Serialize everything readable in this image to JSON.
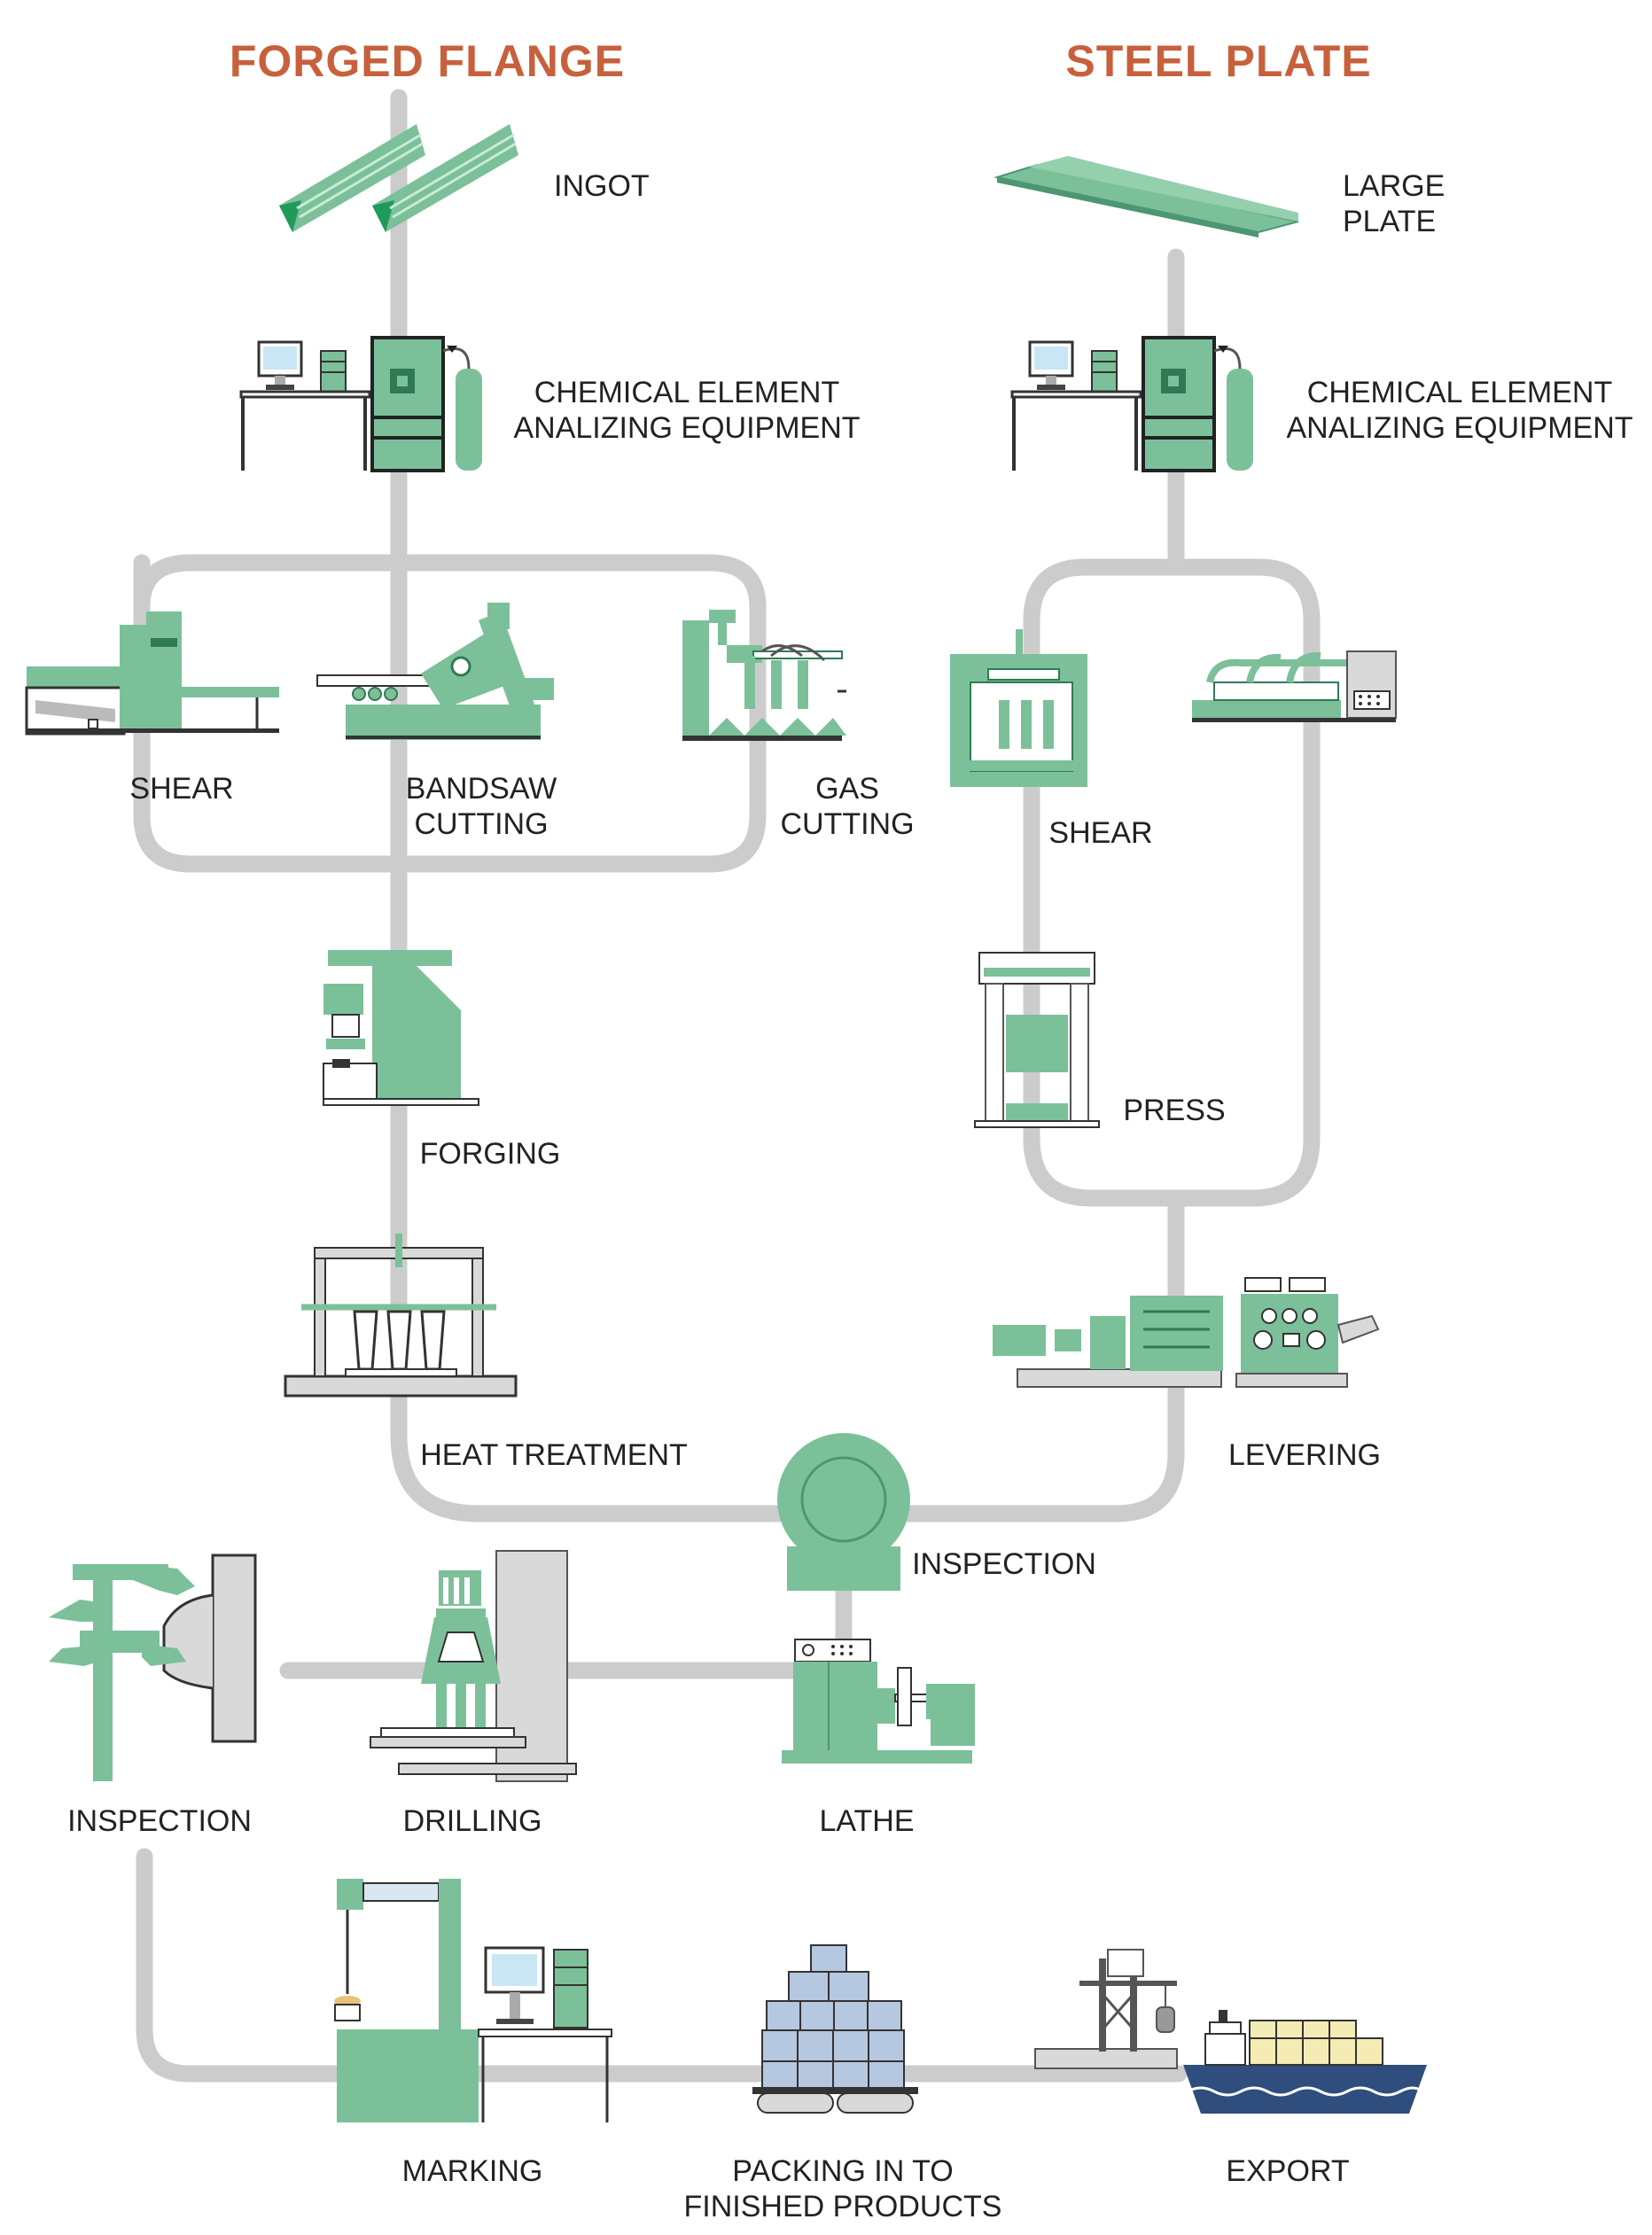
{
  "colors": {
    "accent_title": "#c8603c",
    "machine_green": "#7cc09a",
    "machine_dark": "#2f4f3f",
    "flow_line": "#cccccc",
    "steel_grey": "#d9d9d9",
    "ship_blue": "#2f4d7d",
    "pack_blue": "#b6c7e0"
  },
  "titles": {
    "forged_flange": "FORGED FLANGE",
    "steel_plate": "STEEL PLATE"
  },
  "steps": {
    "ingot": "INGOT",
    "large_plate_1": "LARGE",
    "large_plate_2": "PLATE",
    "chem_left_1": "CHEMICAL ELEMENT",
    "chem_left_2": "ANALIZING EQUIPMENT",
    "chem_right_1": "CHEMICAL ELEMENT",
    "chem_right_2": "ANALIZING EQUIPMENT",
    "shear_left": "SHEAR",
    "bandsaw_1": "BANDSAW",
    "bandsaw_2": "CUTTING",
    "gas_1": "GAS",
    "gas_2": "CUTTING",
    "shear_right": "SHEAR",
    "forging": "FORGING",
    "press": "PRESS",
    "heat_treatment": "HEAT TREATMENT",
    "levering": "LEVERING",
    "inspection_center": "INSPECTION",
    "inspection_left": "INSPECTION",
    "drilling": "DRILLING",
    "lathe": "LATHE",
    "marking": "MARKING",
    "packing_1": "PACKING IN TO",
    "packing_2": "FINISHED PRODUCTS",
    "export": "EXPORT"
  },
  "icons": [
    "ingot-icon",
    "large-plate-icon",
    "chemical-analyzer-icon",
    "shear-machine-icon",
    "bandsaw-icon",
    "gas-cutting-icon",
    "plate-shear-icon",
    "plate-cutter-icon",
    "forging-press-icon",
    "hydraulic-press-icon",
    "heat-treatment-furnace-icon",
    "levering-machine-icon",
    "inspection-disc-icon",
    "caliper-inspection-icon",
    "drilling-machine-icon",
    "lathe-icon",
    "marking-machine-icon",
    "packing-crates-icon",
    "crane-icon",
    "cargo-ship-icon"
  ]
}
